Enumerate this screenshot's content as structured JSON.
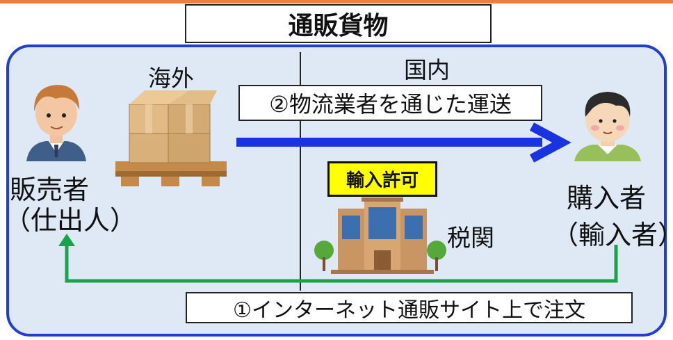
{
  "title": "通販貨物",
  "regions": {
    "abroad": "海外",
    "domestic": "国内"
  },
  "shipping": {
    "label": "②物流業者を通じた運送"
  },
  "permit": {
    "label": "輸入許可"
  },
  "seller": {
    "line1": "販売者",
    "line2": "（仕出人）"
  },
  "buyer": {
    "line1": "購入者",
    "line2": "（輸入者）"
  },
  "customs": {
    "label": "税関"
  },
  "order": {
    "label": "①インターネット通販サイト上で注文"
  },
  "colors": {
    "panel_fill": "#dfe9f6",
    "panel_border": "#1f3fd1",
    "shipping_arrow": "#1a33e0",
    "order_arrow": "#1aa34a",
    "permit_fill": "#ffff00",
    "top_band": "#e8823a"
  },
  "icons": [
    "seller-person-icon",
    "cardboard-boxes-on-pallet-icon",
    "buyer-person-icon",
    "customs-building-icon"
  ]
}
